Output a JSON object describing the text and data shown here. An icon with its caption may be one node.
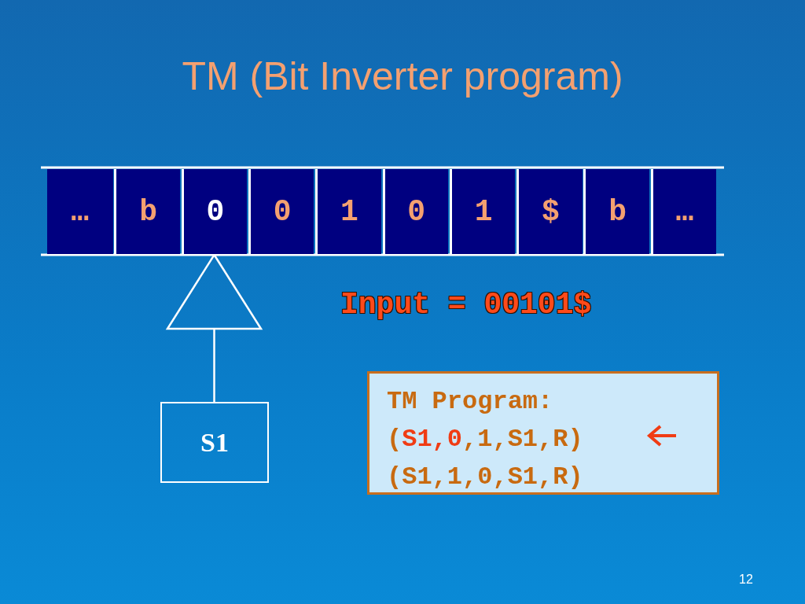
{
  "diagram": {
    "title": "TM (Bit Inverter program)",
    "nodes": [
      {
        "text": [
          "…"
        ]
      },
      {
        "text": [
          "b"
        ]
      },
      {
        "text": [
          "0"
        ]
      },
      {
        "text": [
          "0"
        ]
      },
      {
        "text": [
          "1"
        ]
      },
      {
        "text": [
          "0"
        ]
      },
      {
        "text": [
          "1"
        ]
      },
      {
        "text": [
          "$"
        ]
      },
      {
        "text": [
          "b"
        ]
      },
      {
        "text": [
          "…"
        ]
      },
      {
        "text": [],
        "shape": "triangle"
      },
      {
        "text": [
          "S1"
        ]
      },
      {
        "text": [
          "TM Program:",
          "(S1,0,1,S1,R)",
          "(S1,1,0,S1,R)"
        ]
      }
    ],
    "edges": [
      {
        "from": 10,
        "to": 11,
        "arrow": "none"
      }
    ],
    "labels": [
      "Input = 00101$",
      "12"
    ]
  }
}
